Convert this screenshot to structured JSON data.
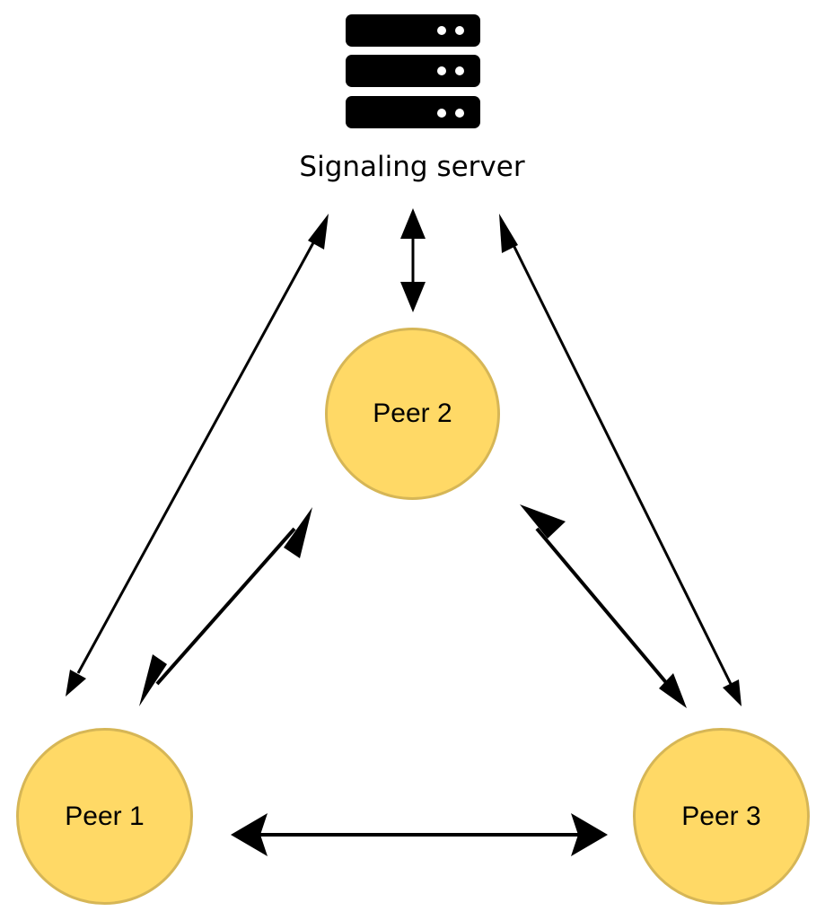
{
  "server": {
    "label": "Signaling server",
    "icon": "server-icon",
    "icon_color": "#000000"
  },
  "peers": [
    {
      "id": "peer-1",
      "label": "Peer 1"
    },
    {
      "id": "peer-2",
      "label": "Peer 2"
    },
    {
      "id": "peer-3",
      "label": "Peer 3"
    }
  ],
  "connections": [
    {
      "from": "Signaling server",
      "to": "Peer 1",
      "direction": "bidirectional"
    },
    {
      "from": "Signaling server",
      "to": "Peer 2",
      "direction": "bidirectional"
    },
    {
      "from": "Signaling server",
      "to": "Peer 3",
      "direction": "bidirectional"
    },
    {
      "from": "Peer 1",
      "to": "Peer 2",
      "direction": "bidirectional"
    },
    {
      "from": "Peer 2",
      "to": "Peer 3",
      "direction": "bidirectional"
    },
    {
      "from": "Peer 1",
      "to": "Peer 3",
      "direction": "bidirectional"
    }
  ],
  "colors": {
    "node_fill": "#ffd966",
    "node_stroke": "#d6b656",
    "arrow": "#000000"
  }
}
